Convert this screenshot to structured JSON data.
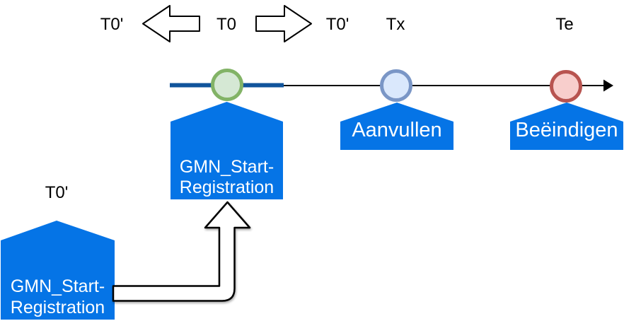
{
  "colors": {
    "pentagon_blue": "#0574e6",
    "timeline_navy": "#10549b",
    "timeline_black": "#000000",
    "green_fill": "#d5e8d4",
    "green_stroke": "#82b366",
    "blue_fill": "#dae8fc",
    "blue_stroke": "#7a96c6",
    "red_fill": "#f8cecc",
    "red_stroke": "#b85450"
  },
  "top_labels": {
    "t0_prime_left": "T0'",
    "t0": "T0",
    "t0_prime_right": "T0'",
    "tx": "Tx",
    "te": "Te"
  },
  "icons": {
    "left_block_arrow": "block-arrow-left-icon",
    "right_block_arrow": "block-arrow-right-icon",
    "timeline_arrowhead": "arrowhead-right-icon",
    "bent_arrow": "bent-arrow-up-icon"
  },
  "timeline": {
    "milestones": {
      "start": {
        "marker_color_name": "green",
        "label_lines": [
          "GMN_Start-",
          "Registration"
        ]
      },
      "aanvullen": {
        "marker_color_name": "blue",
        "label": "Aanvullen"
      },
      "beeindigen": {
        "marker_color_name": "red",
        "label": "Beëindigen"
      }
    }
  },
  "pending_event": {
    "time_label": "T0'",
    "label_lines": [
      "GMN_Start-",
      "Registration"
    ]
  }
}
